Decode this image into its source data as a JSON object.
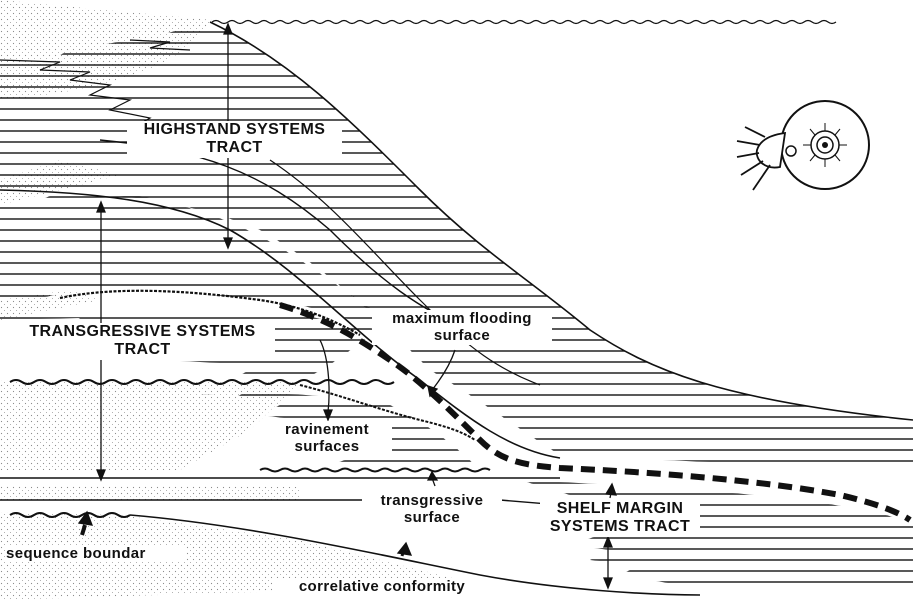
{
  "labels": {
    "highstand_line1": "HIGHSTAND SYSTEMS",
    "highstand_line2": "TRACT",
    "transgressive_tract_line1": "TRANSGRESSIVE SYSTEMS",
    "transgressive_tract_line2": "TRACT",
    "max_flooding_line1": "maximum flooding",
    "max_flooding_line2": "surface",
    "ravinement_line1": "ravinement",
    "ravinement_line2": "surfaces",
    "transgressive_surface_line1": "transgressive",
    "transgressive_surface_line2": "surface",
    "shelf_margin_line1": "SHELF MARGIN",
    "shelf_margin_line2": "SYSTEMS TRACT",
    "sequence_boundary": "sequence boundar",
    "correlative_conformity": "correlative conformity"
  },
  "colors": {
    "ink": "#111111",
    "background": "#ffffff",
    "stipple": "#8a8a8a"
  },
  "icons": [
    "ammonite-fossil-icon"
  ]
}
